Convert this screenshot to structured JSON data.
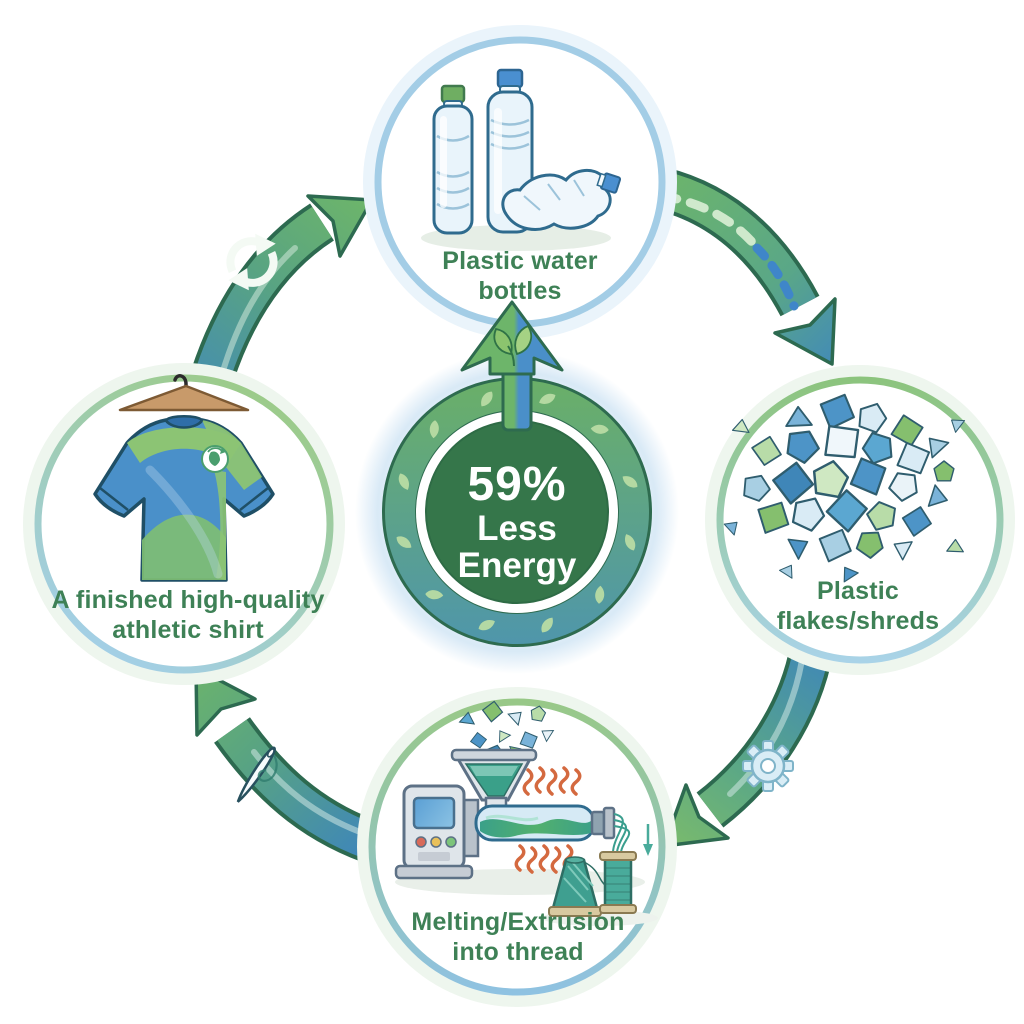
{
  "center_badge": {
    "value": "59%",
    "lines": [
      "Less",
      "Energy"
    ],
    "full": "59% Less Energy"
  },
  "nodes": {
    "bottles": {
      "label": "Plastic water bottles",
      "lines": [
        "Plastic water",
        "bottles"
      ],
      "position": "top"
    },
    "flakes": {
      "label": "Plastic flakes/shreds",
      "lines": [
        "Plastic",
        "flakes/shreds"
      ],
      "position": "right"
    },
    "extrusion": {
      "label": "Melting/Extrusion into thread",
      "lines": [
        "Melting/Extrusion",
        "into thread"
      ],
      "position": "bottom"
    },
    "shirt": {
      "label": "A finished high-quality athletic shirt",
      "lines": [
        "A finished high-quality",
        "athletic shirt"
      ],
      "position": "left"
    }
  },
  "flow_order": [
    "bottles",
    "flakes",
    "extrusion",
    "shirt"
  ],
  "icons": {
    "recycle": "recycle-icon",
    "gear": "gear-icon",
    "needle": "needle-icon",
    "leaf_sprout": "leaf-sprout-icon",
    "heat_waves": "heat-waves-icon",
    "dashed_flow": "dashed-flow-marks"
  },
  "colors": {
    "background": "#ffffff",
    "label_green": "#3e8156",
    "badge_green": "#35764a",
    "badge_text": "#ffffff",
    "arrow_green": "#6db56a",
    "arrow_blue": "#4189ba",
    "arrow_outline": "#2d6a50",
    "circle_blue_stroke": "#a3cde6",
    "circle_green_stroke": "#8cc47d",
    "flake_blue": "#4d94c7",
    "flake_green": "#85bf6e",
    "heat_orange": "#d4693f",
    "thread_teal": "#3a9e8e",
    "hanger_wood": "#c89a6a"
  }
}
